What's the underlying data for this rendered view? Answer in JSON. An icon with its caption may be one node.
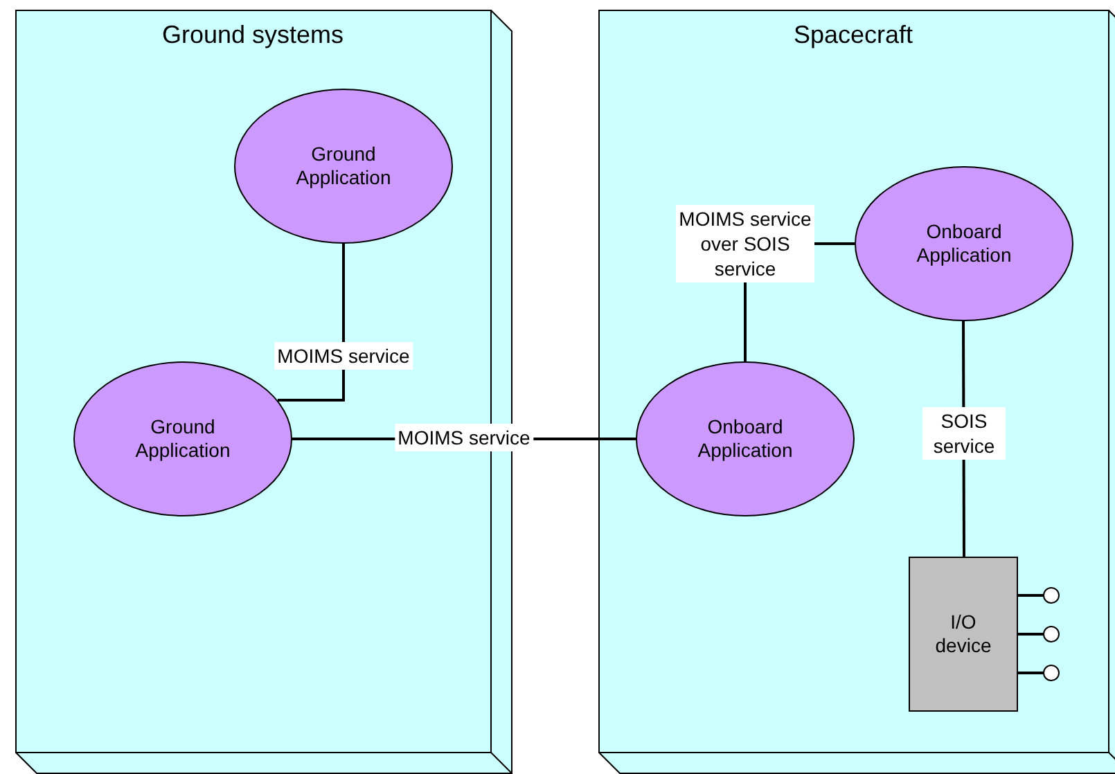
{
  "diagram": {
    "nodes": [
      {
        "text": [
          "Ground systems"
        ]
      },
      {
        "text": [
          "Ground Application"
        ],
        "in": 0
      },
      {
        "text": [
          "Ground Application"
        ],
        "in": 0
      },
      {
        "text": [
          "Spacecraft"
        ]
      },
      {
        "text": [
          "Onboard Application"
        ],
        "in": 3
      },
      {
        "text": [
          "Onboard Application"
        ],
        "in": 3
      },
      {
        "text": [
          "I/O device"
        ],
        "in": 3
      },
      {
        "text": [],
        "shape": "circle",
        "in": 3
      },
      {
        "text": [],
        "shape": "circle",
        "in": 3
      },
      {
        "text": [],
        "shape": "circle",
        "in": 3
      }
    ],
    "edges": [
      {
        "from": 1,
        "to": 2,
        "arrow": "none",
        "label": "MOIMS service"
      },
      {
        "from": 2,
        "to": 5,
        "arrow": "none",
        "label": "MOIMS service"
      },
      {
        "from": 5,
        "to": 4,
        "arrow": "none",
        "label": "MOIMS service over SOIS service"
      },
      {
        "from": 4,
        "to": 6,
        "arrow": "none",
        "label": "SOIS service"
      },
      {
        "from": 6,
        "to": 7,
        "arrow": "none"
      },
      {
        "from": 6,
        "to": 8,
        "arrow": "none"
      },
      {
        "from": 6,
        "to": 9,
        "arrow": "none"
      }
    ]
  }
}
